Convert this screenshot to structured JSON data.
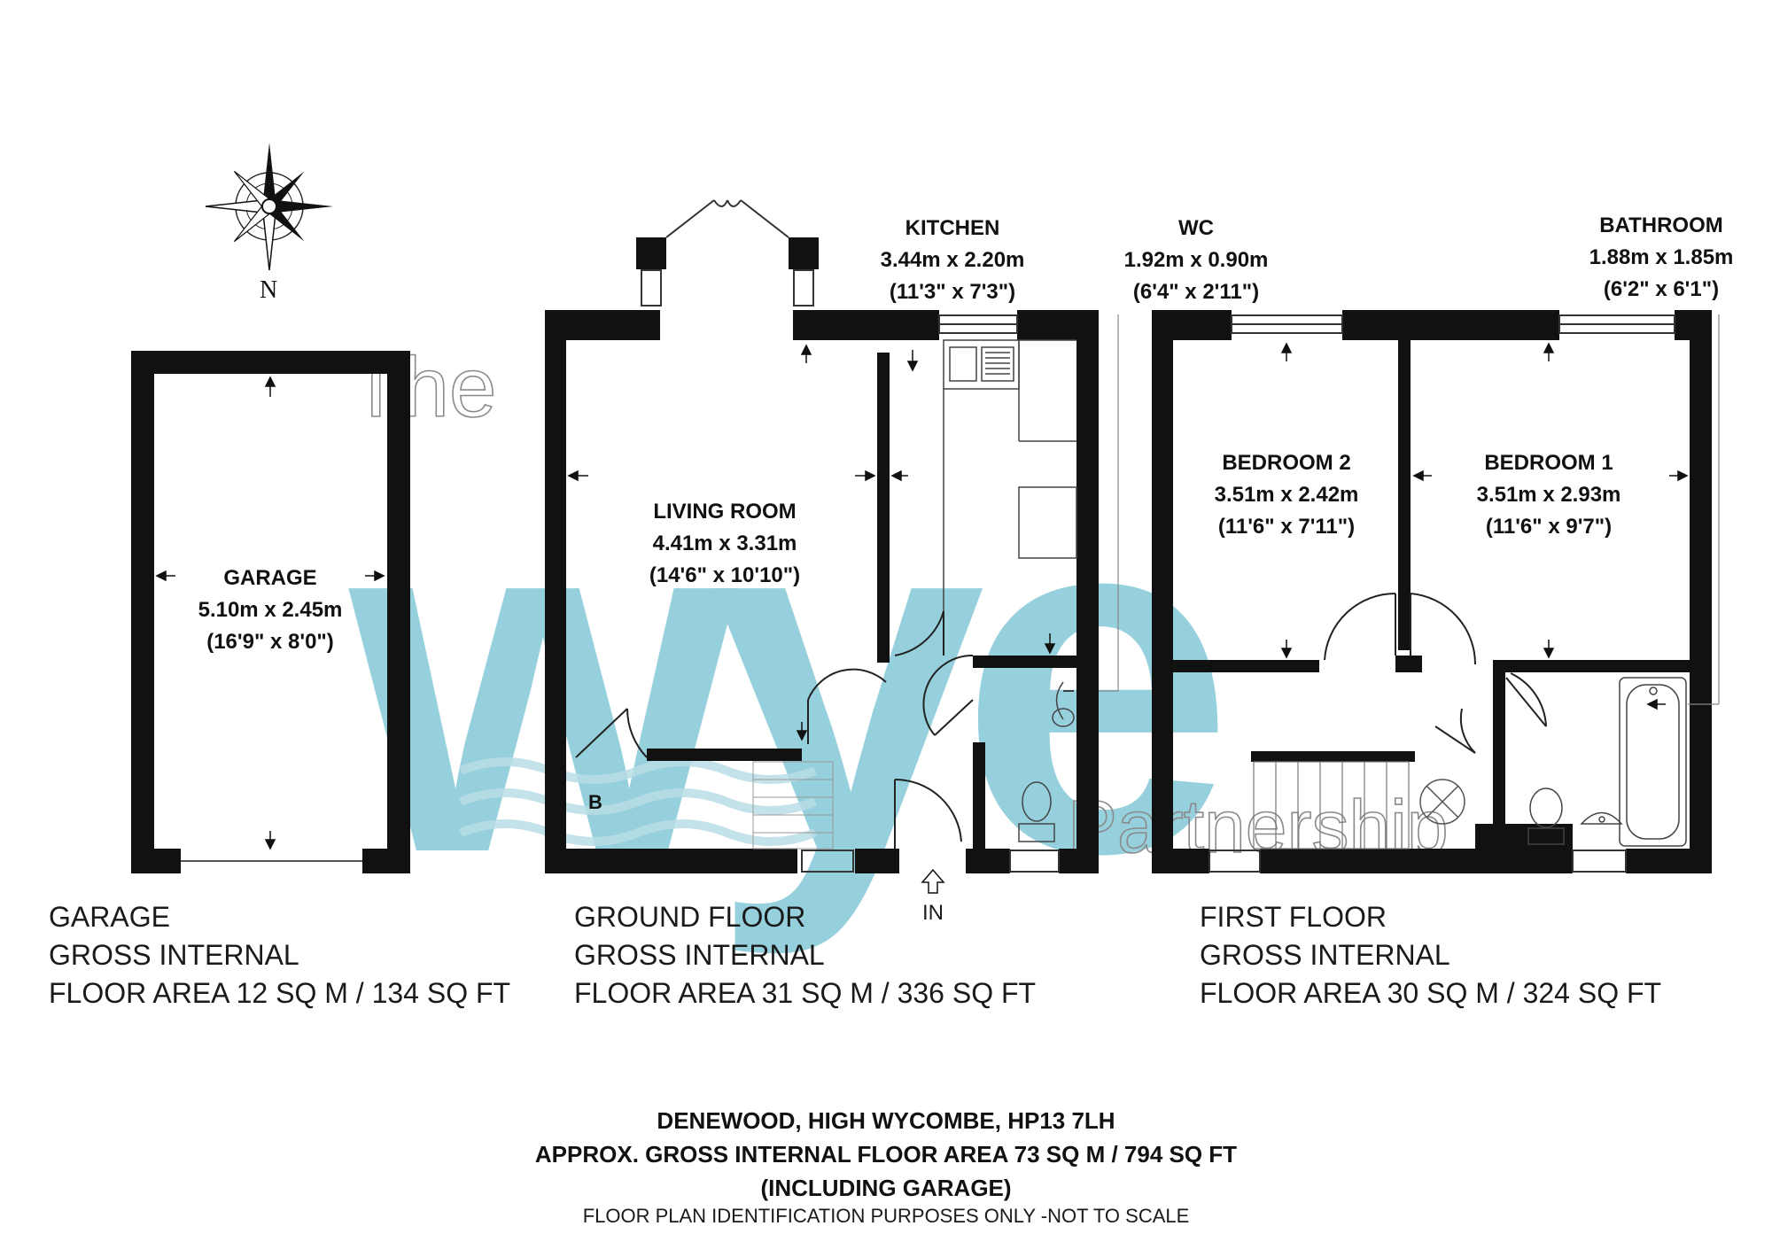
{
  "compass": {
    "north_label": "N",
    "icon": "compass-rose-icon"
  },
  "watermark": {
    "line1": "The",
    "brand": "wye",
    "line2": "Partnership",
    "color": "#7fc6d6"
  },
  "colors": {
    "wall": "#111111",
    "wall_soft": "#444444",
    "fixture": "#555555"
  },
  "rooms": {
    "garage": {
      "name": "GARAGE",
      "metric": "5.10m x 2.45m",
      "imperial": "(16'9\" x 8'0\")"
    },
    "living": {
      "name": "LIVING ROOM",
      "metric": "4.41m x 3.31m",
      "imperial": "(14'6\" x 10'10\")"
    },
    "kitchen": {
      "name": "KITCHEN",
      "metric": "3.44m x 2.20m",
      "imperial": "(11'3\" x 7'3\")"
    },
    "wc": {
      "name": "WC",
      "metric": "1.92m x 0.90m",
      "imperial": "(6'4\" x 2'11\")"
    },
    "bedroom2": {
      "name": "BEDROOM 2",
      "metric": "3.51m x 2.42m",
      "imperial": "(11'6\" x 7'11\")"
    },
    "bedroom1": {
      "name": "BEDROOM 1",
      "metric": "3.51m x 2.93m",
      "imperial": "(11'6\" x 9'7\")"
    },
    "bathroom": {
      "name": "BATHROOM",
      "metric": "1.88m x 1.85m",
      "imperial": "(6'2\" x 6'1\")"
    }
  },
  "markers": {
    "boiler": "B",
    "entrance": "IN"
  },
  "floors": [
    {
      "name": "GARAGE",
      "line2": "GROSS INTERNAL",
      "line3": "FLOOR AREA 12 SQ M / 134 SQ FT"
    },
    {
      "name": "GROUND FLOOR",
      "line2": "GROSS INTERNAL",
      "line3": "FLOOR AREA 31 SQ M / 336 SQ FT"
    },
    {
      "name": "FIRST FLOOR",
      "line2": "GROSS INTERNAL",
      "line3": "FLOOR AREA 30 SQ M / 324 SQ FT"
    }
  ],
  "footer": {
    "address": "DENEWOOD, HIGH WYCOMBE, HP13 7LH",
    "total_area": "APPROX. GROSS INTERNAL FLOOR AREA 73 SQ M / 794 SQ FT",
    "including": "(INCLUDING GARAGE)",
    "disclaimer": "FLOOR PLAN IDENTIFICATION PURPOSES ONLY -NOT TO SCALE"
  }
}
